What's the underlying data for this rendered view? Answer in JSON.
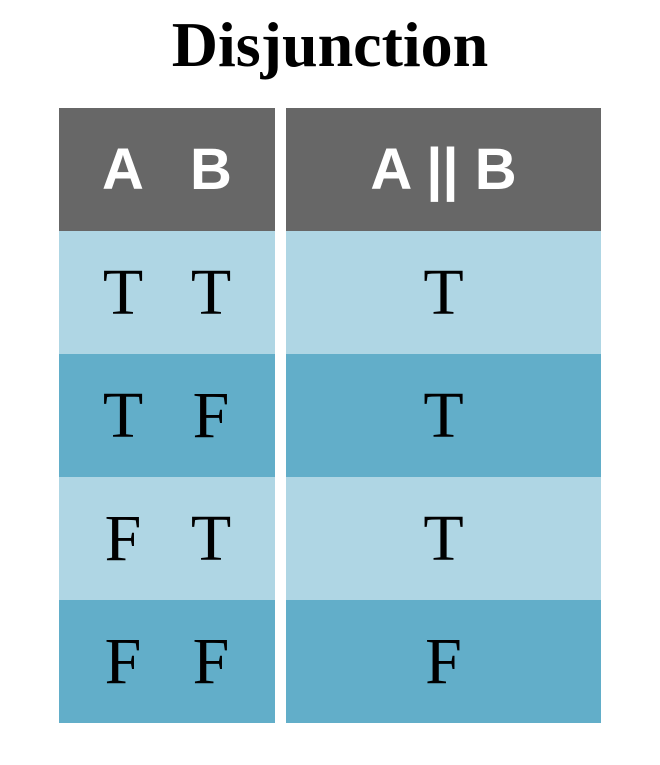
{
  "title": "Disjunction",
  "colors": {
    "header_bg": "#676767",
    "row_light": "#afd6e4",
    "row_dark": "#62aec9",
    "header_text": "#ffffff",
    "body_text": "#000000"
  },
  "table": {
    "headers": {
      "a": "A",
      "b": "B",
      "result": "A || B"
    },
    "rows": [
      {
        "a": "T",
        "b": "T",
        "result": "T"
      },
      {
        "a": "T",
        "b": "F",
        "result": "T"
      },
      {
        "a": "F",
        "b": "T",
        "result": "T"
      },
      {
        "a": "F",
        "b": "F",
        "result": "F"
      }
    ]
  }
}
